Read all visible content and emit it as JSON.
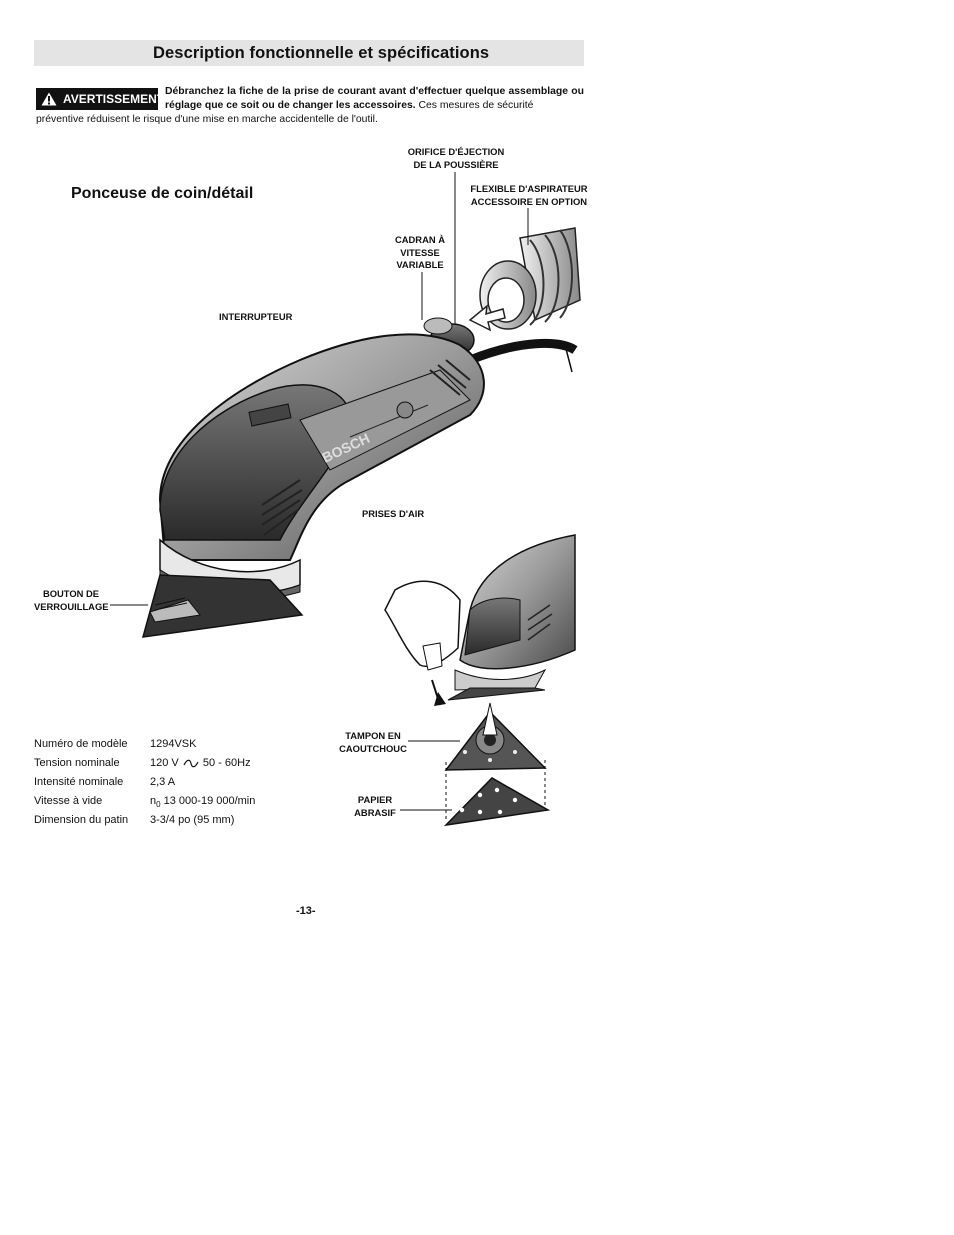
{
  "header": {
    "title": "Description fonctionnelle et spécifications"
  },
  "warning": {
    "badge": "AVERTISSEMENT",
    "bold_line1": "Débranchez la fiche de la prise de courant avant d'effectuer quelque assemblage",
    "bold_line2": "ou réglage que ce soit ou de changer les accessoires.",
    "normal_tail": " Ces mesures de sécurité",
    "continuation": "préventive réduisent le risque d'une mise en marche accidentelle de l'outil."
  },
  "section": {
    "title": "Ponceuse de coin/détail"
  },
  "labels": {
    "dust_port_1": "ORIFICE D'ÉJECTION",
    "dust_port_2": "DE LA POUSSIÈRE",
    "hose_1": "FLEXIBLE D'ASPIRATEUR",
    "hose_2": "ACCESSOIRE EN OPTION",
    "dial_1": "CADRAN À",
    "dial_2": "VITESSE",
    "dial_3": "VARIABLE",
    "switch": "INTERRUPTEUR",
    "vents": "PRISES D'AIR",
    "lock_1": "BOUTON DE",
    "lock_2": "VERROUILLAGE",
    "pad_1": "TAMPON EN",
    "pad_2": "CAOUTCHOUC",
    "paper_1": "PAPIER",
    "paper_2": "ABRASIF",
    "brand": "BOSCH"
  },
  "specs": [
    {
      "label": "Numéro de modèle",
      "value": "1294VSK"
    },
    {
      "label": "Tension nominale",
      "value_pre": "120 V",
      "value_post": "50 - 60Hz"
    },
    {
      "label": "Intensité nominale",
      "value": "2,3 A"
    },
    {
      "label": "Vitesse à vide",
      "value_n": "n",
      "value_sub": "0",
      "value_post": "13 000-19 000/min"
    },
    {
      "label": "Dimension du patin",
      "value": "3-3/4 po (95 mm)"
    }
  ],
  "page_number": "-13-"
}
